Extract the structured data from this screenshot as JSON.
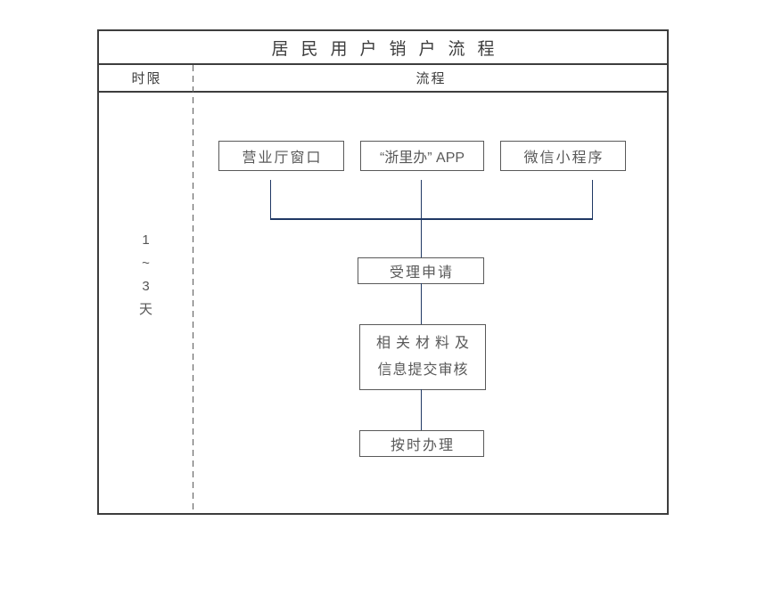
{
  "header": {
    "title": "居民用户销户流程",
    "col_left": "时限",
    "col_right": "流程"
  },
  "timeline": {
    "chars": [
      "1",
      "~",
      "3",
      "天"
    ],
    "meaning": "1~3天"
  },
  "flowchart": {
    "channels": [
      {
        "label": "营业厅窗口"
      },
      {
        "label": "“浙里办” APP"
      },
      {
        "label": "微信小程序"
      }
    ],
    "steps": [
      {
        "label": "受理申请"
      },
      {
        "lines": [
          "相关材料及",
          "信息提交审核"
        ]
      },
      {
        "label": "按时办理"
      }
    ]
  },
  "colors": {
    "frame_border": "#3d3d3d",
    "box_border": "#595959",
    "box_text": "#595959",
    "connector": "#1f3864",
    "background": "#ffffff"
  }
}
